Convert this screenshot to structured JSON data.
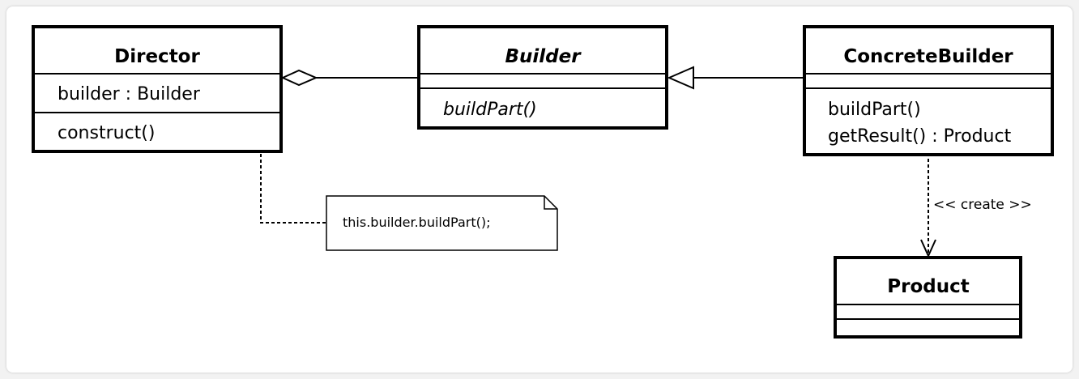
{
  "classes": {
    "director": {
      "name": "Director",
      "attribute": "builder : Builder",
      "operation": "construct()"
    },
    "builder": {
      "name": "Builder",
      "operation": "buildPart()"
    },
    "concrete_builder": {
      "name": "ConcreteBuilder",
      "operations": [
        "buildPart()",
        "getResult() : Product"
      ]
    },
    "product": {
      "name": "Product"
    }
  },
  "note": {
    "text": "this.builder.buildPart();"
  },
  "dependency": {
    "label": "<< create >>"
  },
  "colors": {
    "line": "#000000",
    "box_fill": "#ffffff",
    "background": "#f2f2f2"
  }
}
